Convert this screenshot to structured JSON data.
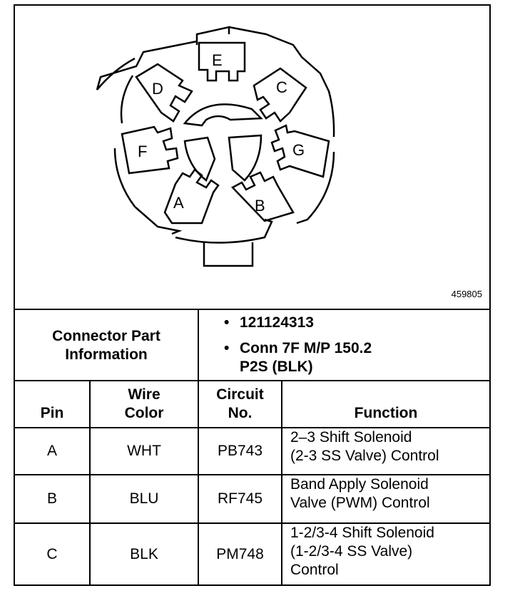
{
  "figure_id": "459805",
  "connector": {
    "pins": [
      "E",
      "D",
      "C",
      "F",
      "G",
      "A",
      "B"
    ]
  },
  "part_info": {
    "label_line1": "Connector Part",
    "label_line2": "Information",
    "bullets": [
      "121124313",
      "Conn 7F M/P 150.2",
      "P2S (BLK)"
    ]
  },
  "table": {
    "headers": {
      "pin": "Pin",
      "wire_color_1": "Wire",
      "wire_color_2": "Color",
      "circuit_1": "Circuit",
      "circuit_2": "No.",
      "function": "Function"
    },
    "rows": [
      {
        "pin": "A",
        "color": "WHT",
        "circuit": "PB743",
        "function": [
          "2–3 Shift Solenoid",
          "(2-3 SS Valve) Control"
        ]
      },
      {
        "pin": "B",
        "color": "BLU",
        "circuit": "RF745",
        "function": [
          "Band Apply Solenoid",
          "Valve (PWM) Control"
        ]
      },
      {
        "pin": "C",
        "color": "BLK",
        "circuit": "PM748",
        "function": [
          "1-2/3-4 Shift Solenoid",
          "(1-2/3-4 SS Valve)",
          "Control"
        ]
      }
    ]
  }
}
